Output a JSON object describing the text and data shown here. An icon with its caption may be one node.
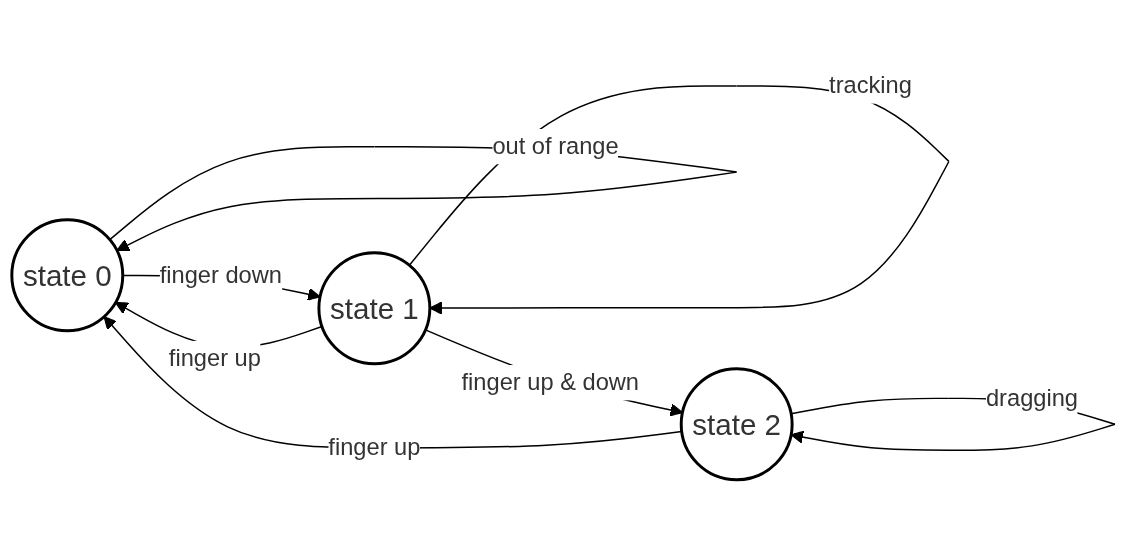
{
  "diagram": {
    "nodes": [
      {
        "text": [
          "state 0"
        ]
      },
      {
        "text": [
          "state 1"
        ]
      },
      {
        "text": [
          "state 2"
        ]
      }
    ],
    "edges": [
      {
        "from": 2,
        "to": 0,
        "arrow": "to",
        "label": "finger up"
      },
      {
        "from": 1,
        "to": 0,
        "arrow": "to",
        "label": "finger up"
      },
      {
        "from": 0,
        "to": 0,
        "arrow": "to",
        "label": "out of range"
      },
      {
        "from": 0,
        "to": 1,
        "arrow": "to",
        "label": "finger down"
      },
      {
        "from": 1,
        "to": 1,
        "arrow": "to",
        "label": "tracking"
      },
      {
        "from": 1,
        "to": 2,
        "arrow": "to",
        "label": "finger up & down"
      },
      {
        "from": 2,
        "to": 2,
        "arrow": "to",
        "label": "dragging"
      }
    ]
  }
}
